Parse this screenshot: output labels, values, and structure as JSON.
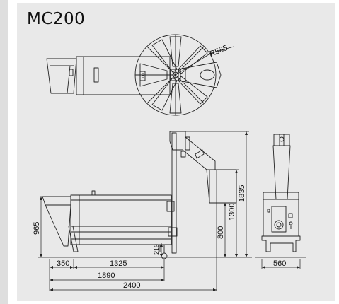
{
  "model_title": "MC200",
  "radius_label": "R585",
  "dimensions": {
    "d350": "350",
    "d1325": "1325",
    "d1890": "1890",
    "d2400": "2400",
    "d965": "965",
    "d219": "219",
    "d800": "800",
    "d1300": "1300",
    "d1835": "1835",
    "d560": "560"
  },
  "colors": {
    "panel": "#e9e9e9",
    "line": "#222222"
  }
}
